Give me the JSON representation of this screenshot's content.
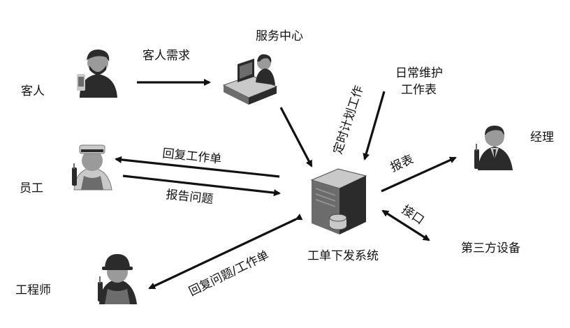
{
  "nodes": {
    "customer": "客人",
    "service_center": "服务中心",
    "employee": "员工",
    "engineer": "工程师",
    "manager": "经理",
    "third_party": "第三方设备",
    "system": "工单下发系统",
    "maintenance": [
      "日常维护",
      "工作表"
    ]
  },
  "edges": {
    "customer_request": "客人需求",
    "scheduled_work": "定时计划工作",
    "reply_work_order": "回复工作单",
    "report_issue": "报告问题",
    "reply_issue_order": "回复问题/工作单",
    "report_form": "报表",
    "interface": "接口"
  }
}
